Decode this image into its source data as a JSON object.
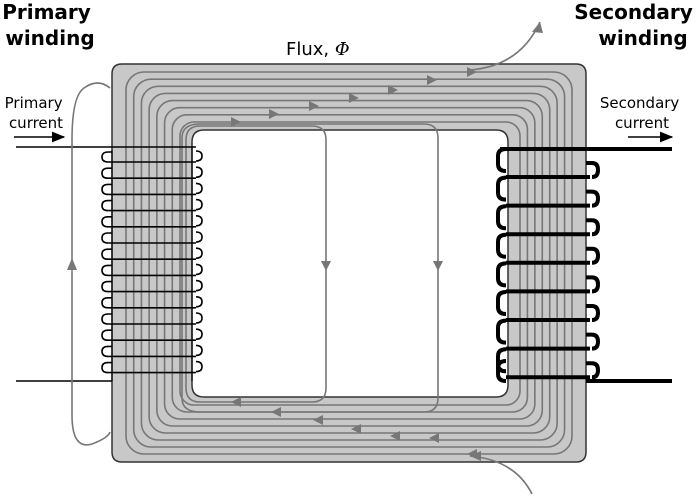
{
  "labels": {
    "primary_winding": [
      "Primary",
      "winding"
    ],
    "secondary_winding": [
      "Secondary",
      "winding"
    ],
    "flux": "Flux, ",
    "flux_symbol": "Φ",
    "primary_current": [
      "Primary",
      "current"
    ],
    "secondary_current": [
      "Secondary",
      "current"
    ]
  },
  "colors": {
    "core_fill": "#c8c8c8",
    "core_stroke": "#333333",
    "flux_line": "#777777",
    "winding": "#000000"
  },
  "primary_turns": 14,
  "secondary_turns": 8,
  "flux_loops": 8
}
